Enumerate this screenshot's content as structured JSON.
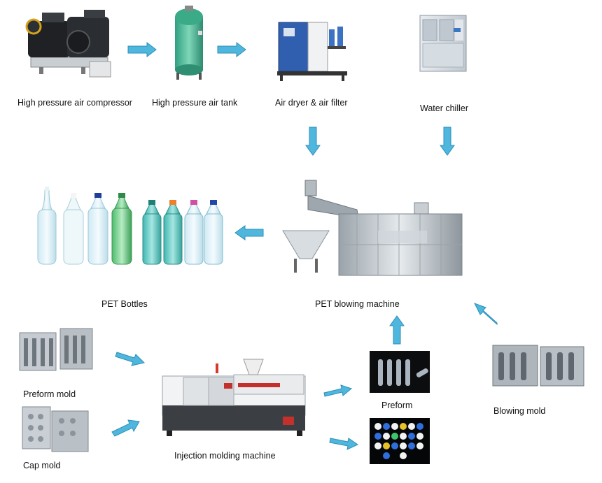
{
  "nodes": {
    "compressor": {
      "label": "High pressure air compressor"
    },
    "air_tank": {
      "label": "High pressure air tank"
    },
    "dryer": {
      "label": "Air dryer & air filter"
    },
    "chiller": {
      "label": "Water chiller"
    },
    "bottles": {
      "label": "PET Bottles"
    },
    "blowing_machine": {
      "label": "PET blowing machine"
    },
    "preform_mold": {
      "label": "Preform mold"
    },
    "cap_mold": {
      "label": "Cap mold"
    },
    "injection_machine": {
      "label": "Injection molding machine"
    },
    "preform": {
      "label": "Preform"
    },
    "blowing_mold": {
      "label": "Blowing mold"
    }
  },
  "colors": {
    "arrow": "#4fb7dd",
    "arrow_stroke": "#2c8fb8"
  }
}
